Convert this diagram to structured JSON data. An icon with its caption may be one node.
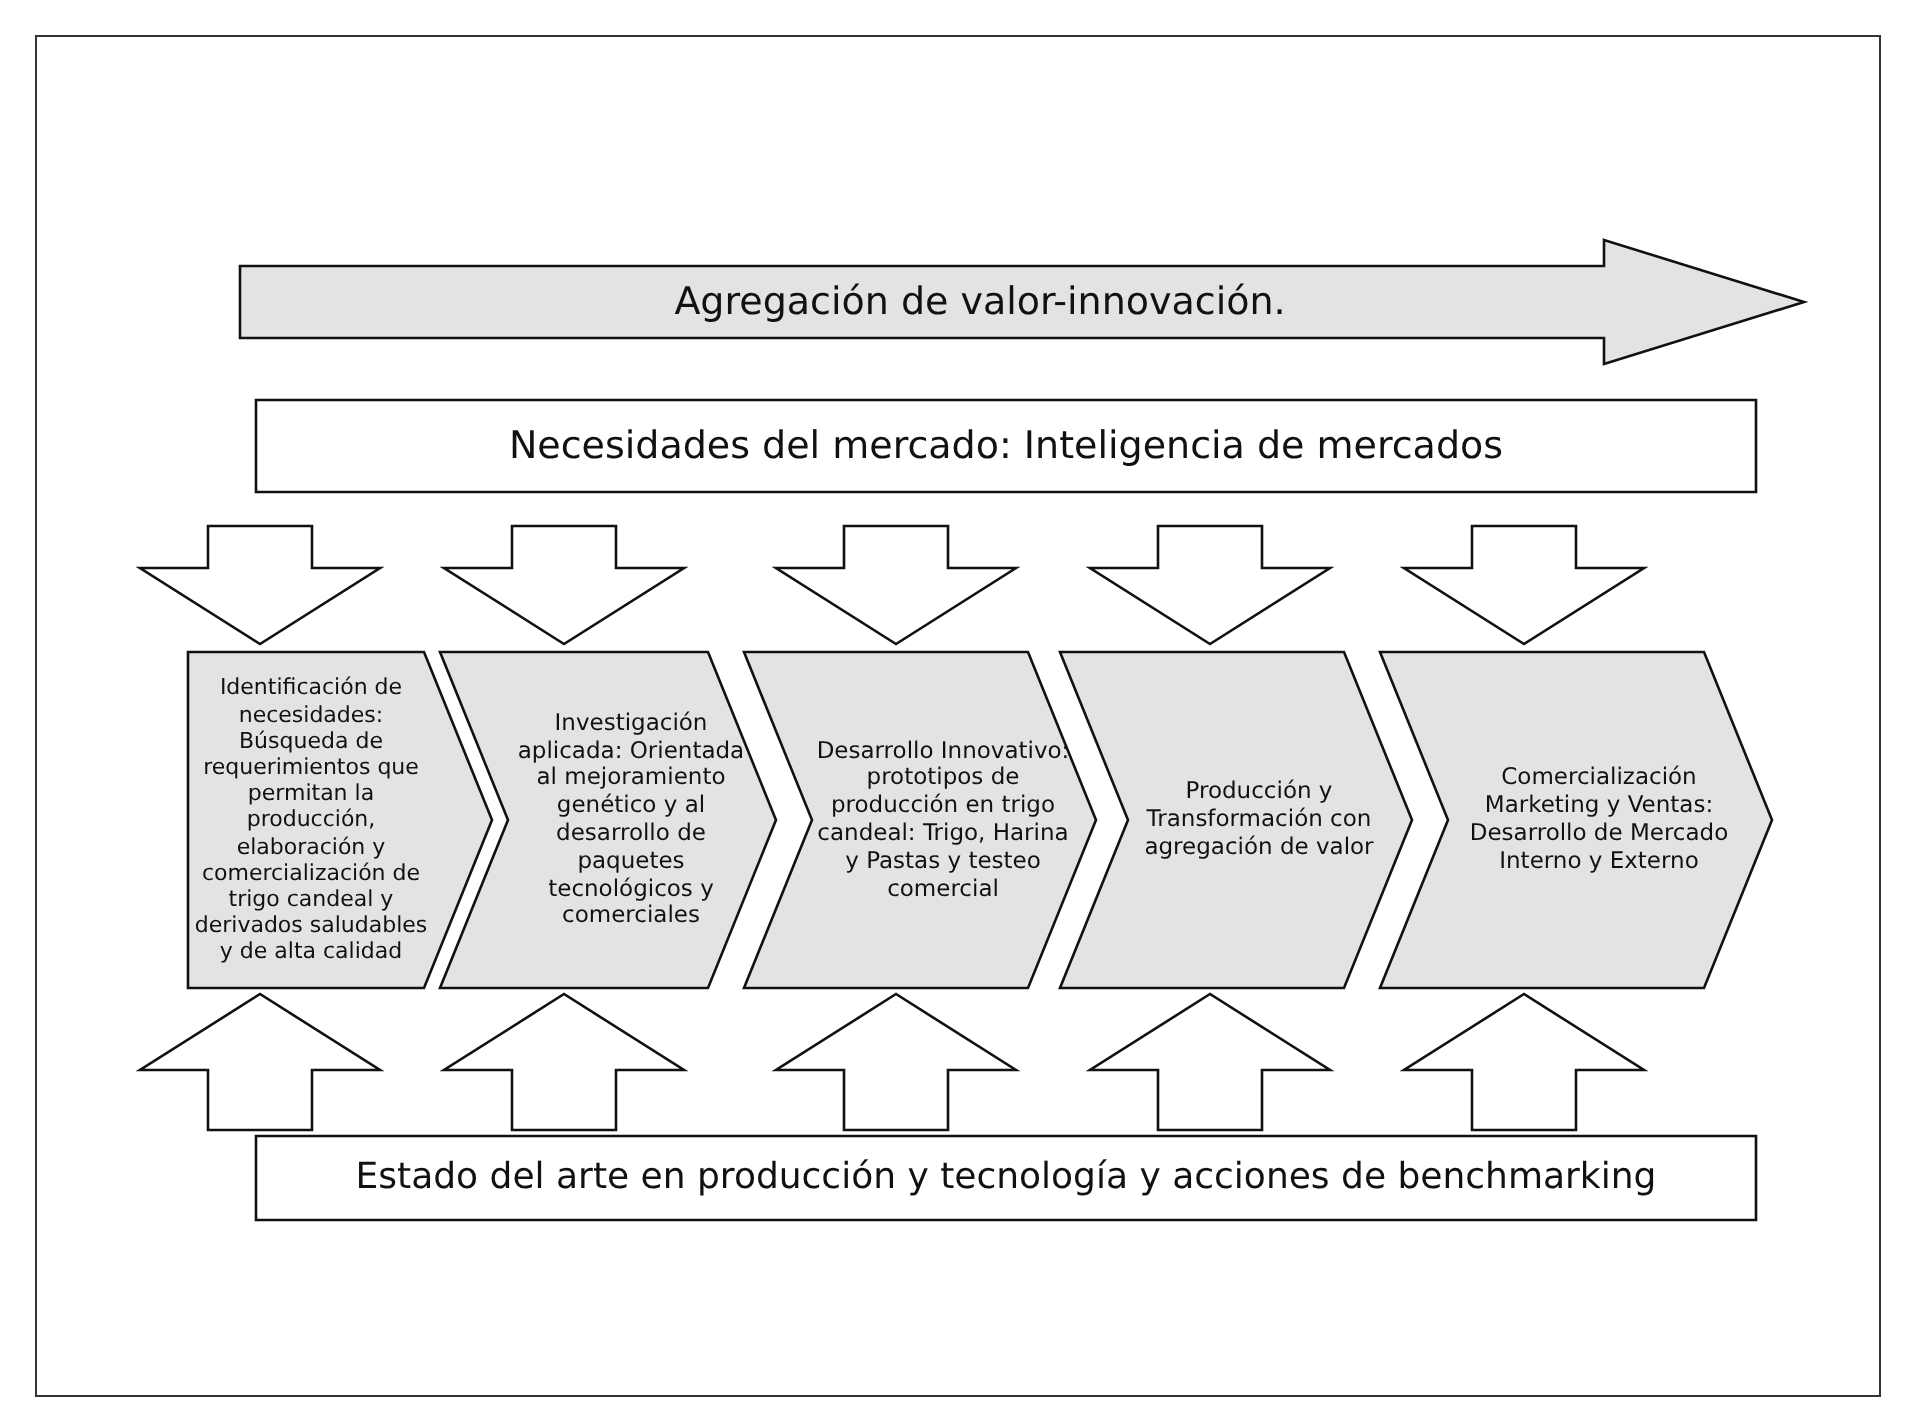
{
  "diagram": {
    "nodes": [
      {
        "text": [
          "Agregación de valor-innovación."
        ]
      },
      {
        "text": [
          "Necesidades del mercado: Inteligencia de mercados"
        ]
      },
      {
        "text": [
          "Identificación de necesidades: Búsqueda de requerimientos que permitan la producción, elaboración y comercialización de trigo candeal y derivados saludables y de alta calidad"
        ]
      },
      {
        "text": [
          "Investigación aplicada: Orientada al mejoramiento genético y al desarrollo de paquetes tecnológicos y comerciales"
        ]
      },
      {
        "text": [
          "Desarrollo Innovativo: prototipos de producción en trigo candeal: Trigo, Harina y Pastas y testeo comercial"
        ]
      },
      {
        "text": [
          "Producción y Transformación con agregación de valor"
        ]
      },
      {
        "text": [
          "Comercialización Marketing y Ventas: Desarrollo de Mercado Interno y Externo"
        ]
      },
      {
        "text": [
          "Estado del arte en producción y tecnología y acciones de benchmarking"
        ]
      }
    ],
    "edges": [
      {
        "from": 1,
        "to": 2,
        "arrow": "to"
      },
      {
        "from": 1,
        "to": 3,
        "arrow": "to"
      },
      {
        "from": 1,
        "to": 4,
        "arrow": "to"
      },
      {
        "from": 1,
        "to": 5,
        "arrow": "to"
      },
      {
        "from": 1,
        "to": 6,
        "arrow": "to"
      },
      {
        "from": 7,
        "to": 2,
        "arrow": "to"
      },
      {
        "from": 7,
        "to": 3,
        "arrow": "to"
      },
      {
        "from": 7,
        "to": 4,
        "arrow": "to"
      },
      {
        "from": 7,
        "to": 5,
        "arrow": "to"
      },
      {
        "from": 7,
        "to": 6,
        "arrow": "to"
      }
    ]
  }
}
